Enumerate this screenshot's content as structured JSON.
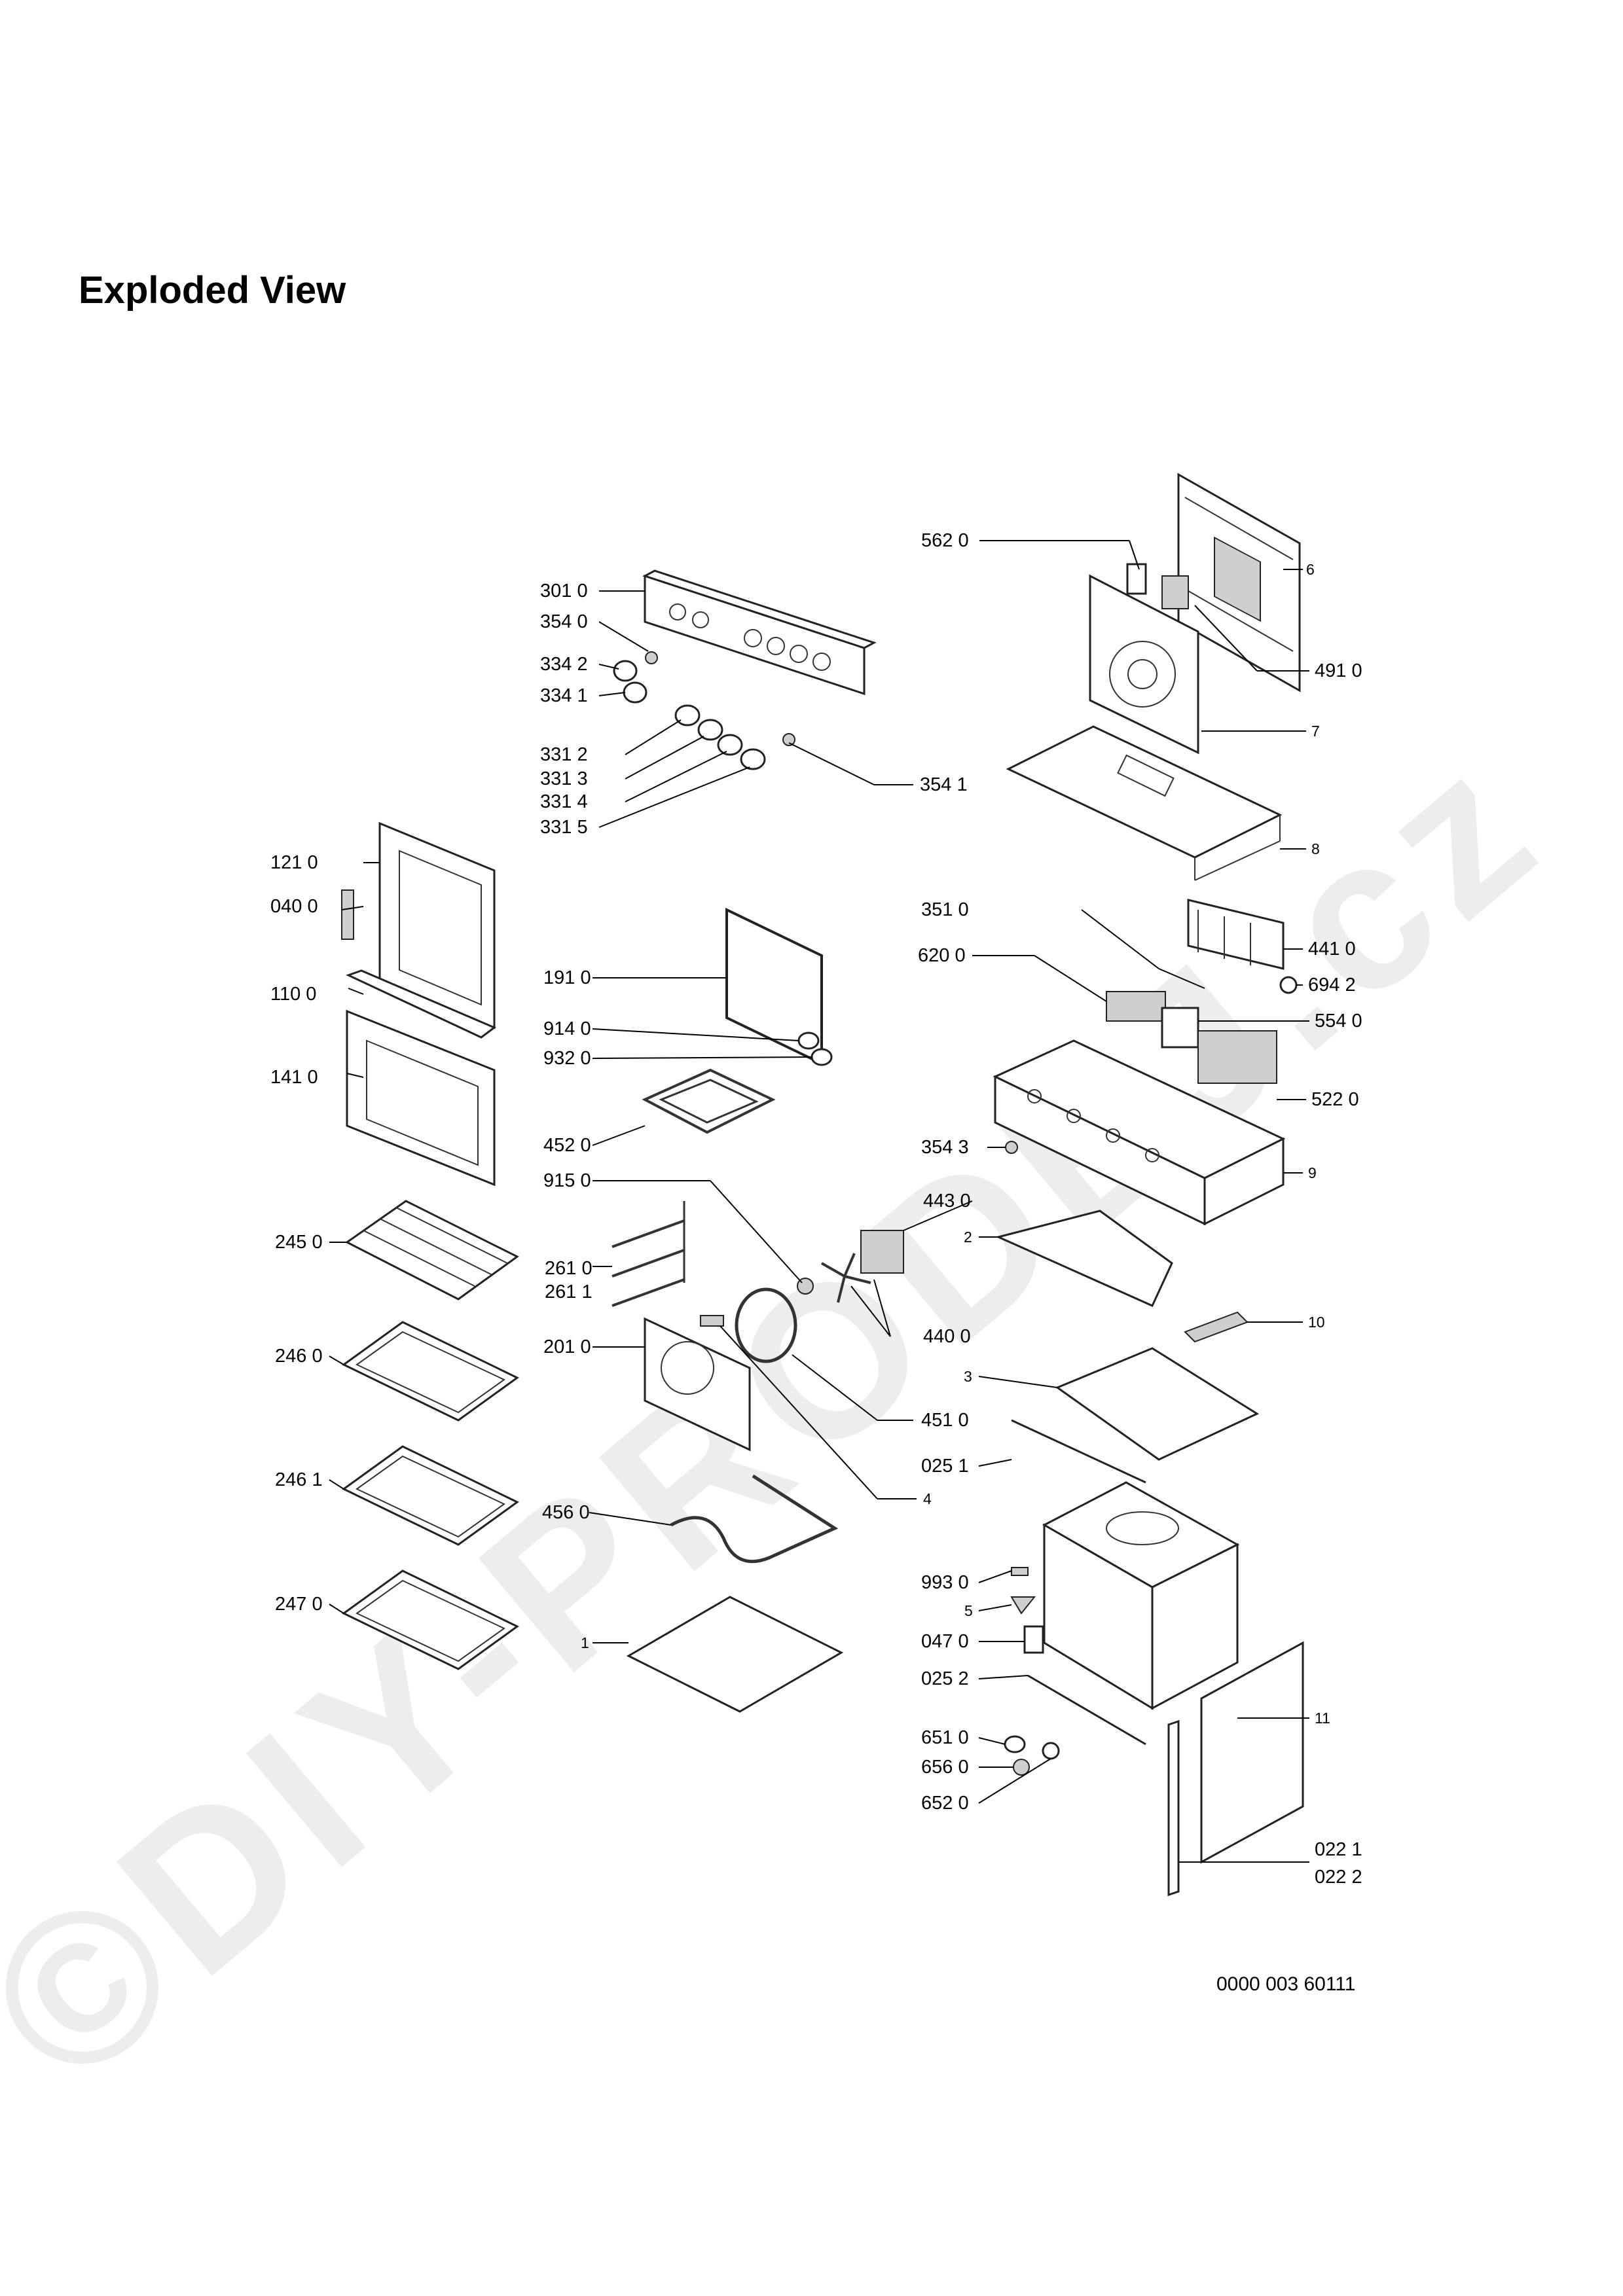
{
  "title": "Exploded View",
  "watermark": "©DIY-PRODEJ.cz",
  "document_number": "0000 003 60111",
  "labels": {
    "l5620": "562 0",
    "l3010": "301 0",
    "l3540": "354 0",
    "l3342": "334 2",
    "l3341": "334 1",
    "l3312": "331 2",
    "l3313": "331 3",
    "l3314": "331 4",
    "l3315": "331 5",
    "l3541": "354 1",
    "l6": "6",
    "l4910": "491 0",
    "l7": "7",
    "l8": "8",
    "l1210": "121 0",
    "l0400": "040 0",
    "l1100": "110 0",
    "l1410": "141 0",
    "l1910": "191 0",
    "l9140": "914 0",
    "l9320": "932 0",
    "l4520": "452 0",
    "l9150": "915 0",
    "l2450": "245 0",
    "l2610": "261 0",
    "l2611": "261 1",
    "l2010": "201 0",
    "l2460": "246 0",
    "l2461": "246 1",
    "l4560": "456 0",
    "l2470": "247 0",
    "l1": "1",
    "l3510": "351 0",
    "l6200": "620 0",
    "l4410": "441 0",
    "l6942": "694 2",
    "l5540": "554 0",
    "l5220": "522 0",
    "l3543": "354 3",
    "l9": "9",
    "l4430": "443 0",
    "l2": "2",
    "l4400": "440 0",
    "l10": "10",
    "l3": "3",
    "l4510": "451 0",
    "l0251": "025 1",
    "l4": "4",
    "l9930": "993 0",
    "l5": "5",
    "l0470": "047 0",
    "l0252": "025 2",
    "l11": "11",
    "l6510": "651 0",
    "l6560": "656 0",
    "l6520": "652 0",
    "l0221": "022 1",
    "l0222": "022 2"
  }
}
